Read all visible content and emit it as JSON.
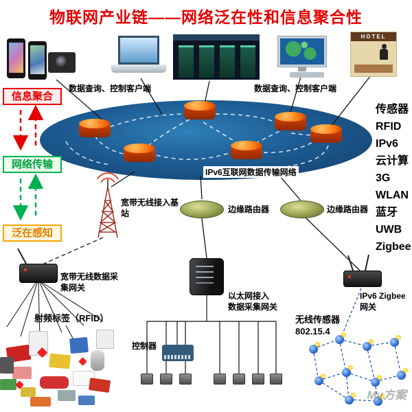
{
  "title": "物联网产业链——网络泛在性和信息聚合性",
  "stages": {
    "info_aggregation": "信息聚合",
    "network_transmission": "网络传输",
    "ubiquitous_sensing": "泛在感知"
  },
  "clients": {
    "left_label": "数据查询、控制客户端",
    "right_label": "数据查询、控制客户端",
    "hotel_sign": "HOTEL"
  },
  "cloud": {
    "label": "IPv6互联网数据传输网络"
  },
  "tech_list": [
    "传感器",
    "RFID",
    "IPv6",
    "云计算",
    "3G",
    "WLAN",
    "蓝牙",
    "UWB",
    "Zigbee"
  ],
  "network": {
    "base_station": "宽带无线接入基\n站",
    "edge_router_left": "边缘路由器",
    "edge_router_right": "边缘路由器"
  },
  "gateways": {
    "broadband_wireless": "宽带无线数据采\n集网关",
    "ethernet": "以太网接入\n数据采集网关",
    "zigbee": "IPv6 Zigbee\n网关"
  },
  "sensing": {
    "rfid_tag": "射频标签（RFID）",
    "controller": "控制器",
    "wireless_sensor": "无线传感器\n802.15.4"
  },
  "watermark": "My方案"
}
